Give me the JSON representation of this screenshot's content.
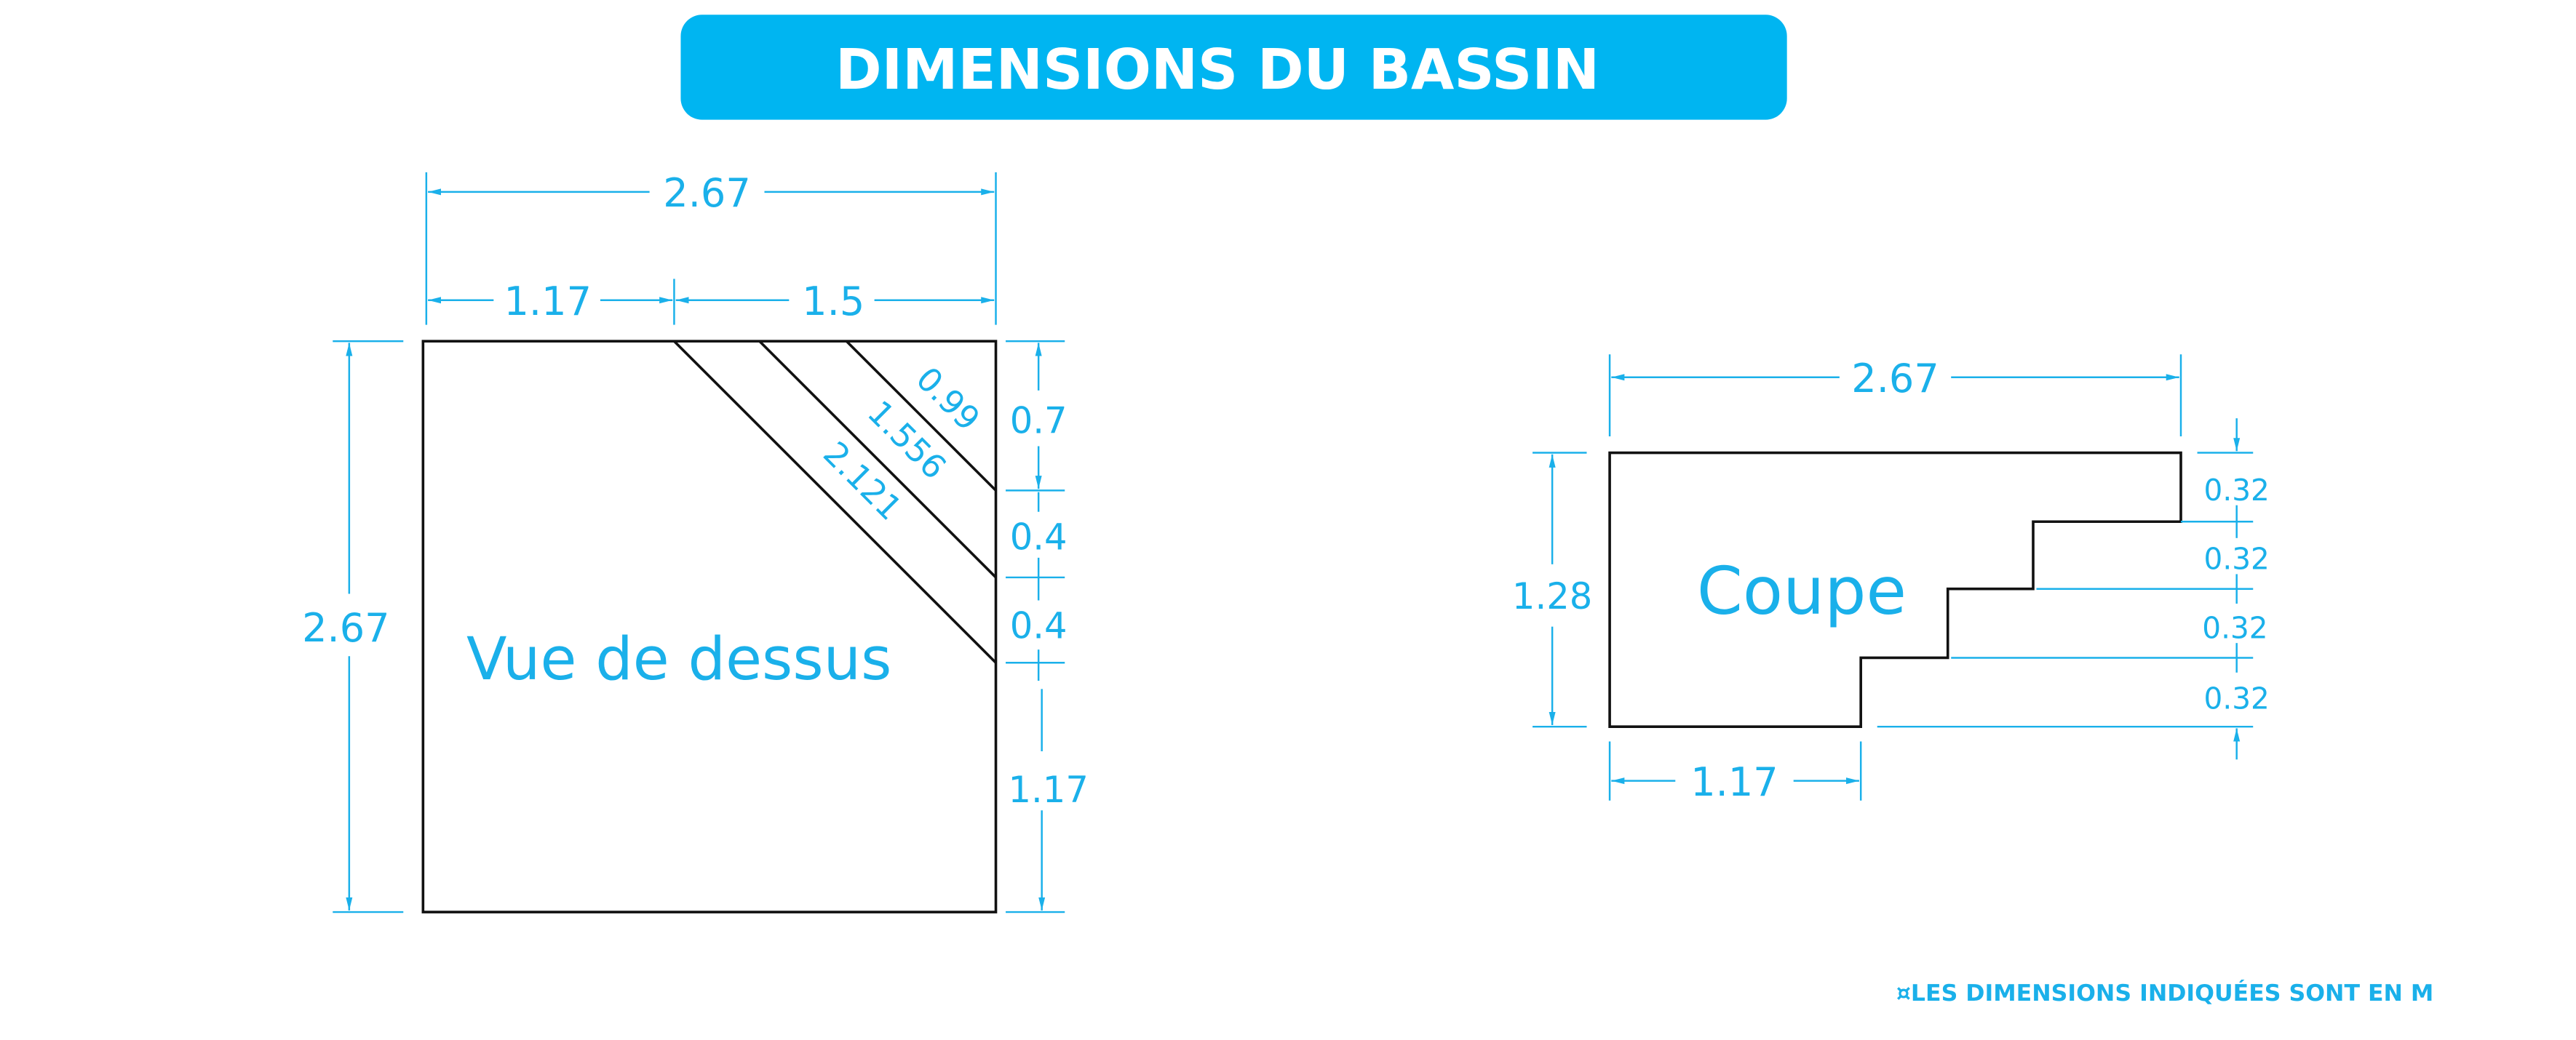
{
  "title": "DIMENSIONS DU BASSIN",
  "colors": {
    "accent": "#00b5f1",
    "dimension": "#1ab0ea",
    "outline": "#111111"
  },
  "top_view": {
    "label": "Vue de dessus",
    "overall_width": "2.67",
    "width_left": "1.17",
    "width_right": "1.5",
    "overall_height": "2.67",
    "right_segments": [
      "0.7",
      "0.4",
      "0.4",
      "1.17"
    ],
    "diagonals": [
      "0.99",
      "1.556",
      "2.121"
    ]
  },
  "section_view": {
    "label": "Coupe",
    "overall_width": "2.67",
    "overall_depth": "1.28",
    "bottom_width": "1.17",
    "step_heights": [
      "0.32",
      "0.32",
      "0.32",
      "0.32"
    ]
  },
  "footnote": "¤LES DIMENSIONS INDIQUÉES SONT EN M"
}
